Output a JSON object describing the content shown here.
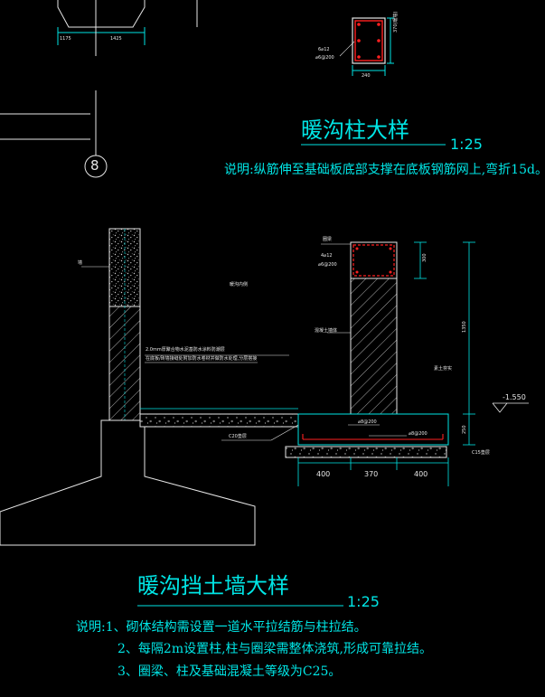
{
  "column_detail": {
    "title": "暖沟柱大样",
    "scale": "1:25",
    "note": "说明:纵筋伸至基础板底部支撑在底板钢筋网上,弯折15d。",
    "rebar_main": "6⌀12",
    "rebar_stirrup": "⌀6@200",
    "dim_width": "240",
    "dim_height": "370(暖墙)"
  },
  "top_left": {
    "dim_a": "1175",
    "dim_b": "1425",
    "axis_label": "8"
  },
  "wall_detail": {
    "title": "暖沟挡土墙大样",
    "scale": "1:25",
    "notes": [
      "说明:1、砌体结构需设置一道水平拉结筋与柱拉结。",
      "2、每隔2m设置柱,柱与圈梁需整体浇筑,形成可靠拉结。",
      "3、圈梁、柱及基础混凝土等级为C25。"
    ],
    "label_wall": "墙",
    "label_inside": "暖沟内侧",
    "label_membrane_1": "2.0mm厚聚合物水泥基防水涂料防潮层",
    "label_membrane_2": "在底板/砖墙接缝处附加防水卷材并做防水处理,分层搭接",
    "label_beam": "圈梁",
    "label_beam_rebar_1": "4⌀12",
    "label_beam_rebar_2": "⌀6@200",
    "label_brick": "混凝土墙体",
    "label_fill": "素土夯实",
    "label_slab_rebar_1": "⌀8@200",
    "label_slab_rebar_2": "⌀8@200",
    "label_c20": "C20垫层",
    "label_c15": "C15垫层",
    "level": "-1.550",
    "dim_300": "300",
    "dim_1350": "1350",
    "dim_250": "250",
    "dim_bottom": [
      "400",
      "370",
      "400"
    ]
  }
}
